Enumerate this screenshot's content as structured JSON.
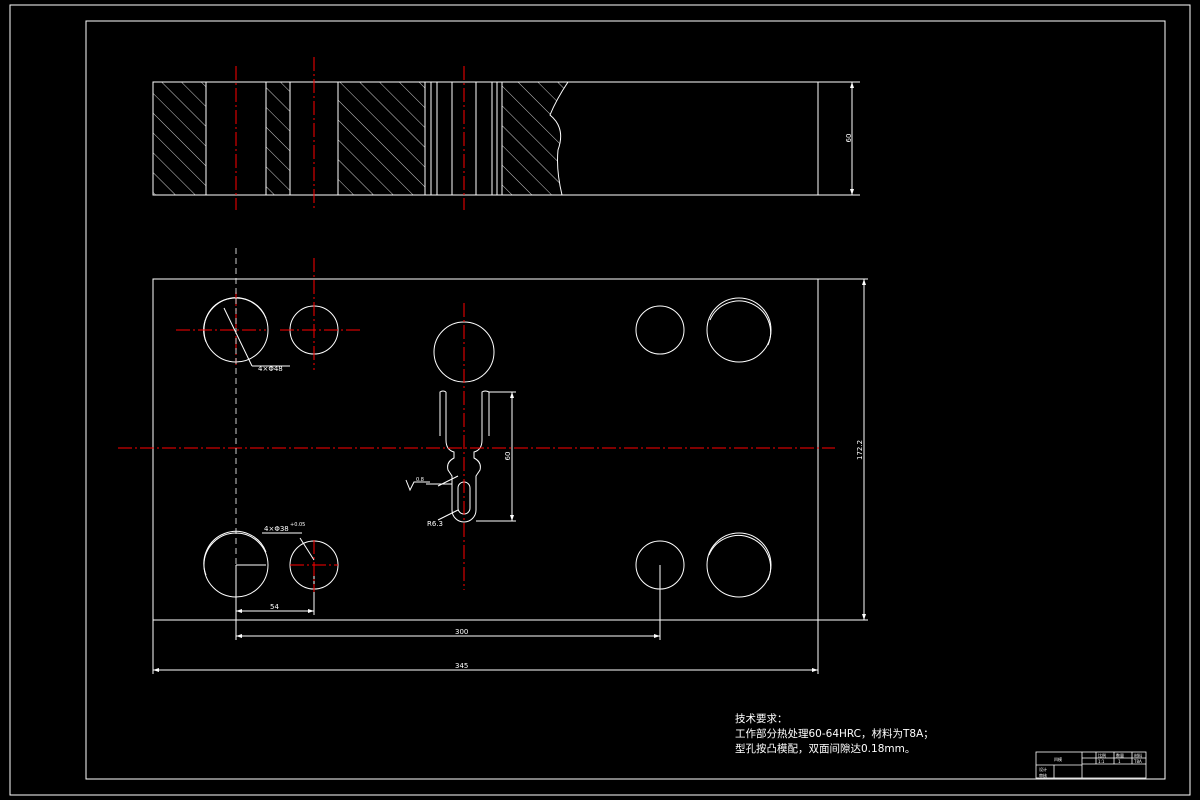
{
  "drawing": {
    "colors": {
      "outline": "#ffffff",
      "centerline": "#ff0000",
      "background": "#000000"
    },
    "dimensions": {
      "thickness": "60",
      "height": "172.2",
      "slot_length": "60",
      "slot_radius": "R6.3",
      "hole_spacing_small": "54",
      "hole_spacing_large": "300",
      "overall_length": "345",
      "hole_note_large": "4×Φ48",
      "hole_note_small": "4×Φ38",
      "hole_tolerance": "+0.05",
      "surface_roughness": "0.8"
    }
  },
  "technical_requirements": {
    "title": "技术要求：",
    "line1": "工作部分热处理60-64HRC，材料为T8A；",
    "line2": "型孔按凸模配，双面间隙达0.18mm。"
  },
  "title_block": {
    "label_design": "设计",
    "label_check": "审核",
    "label_drawing": "凹模",
    "headers": [
      "比例",
      "数量",
      "材料"
    ],
    "values": [
      "1:1",
      "1",
      "T8A"
    ]
  }
}
